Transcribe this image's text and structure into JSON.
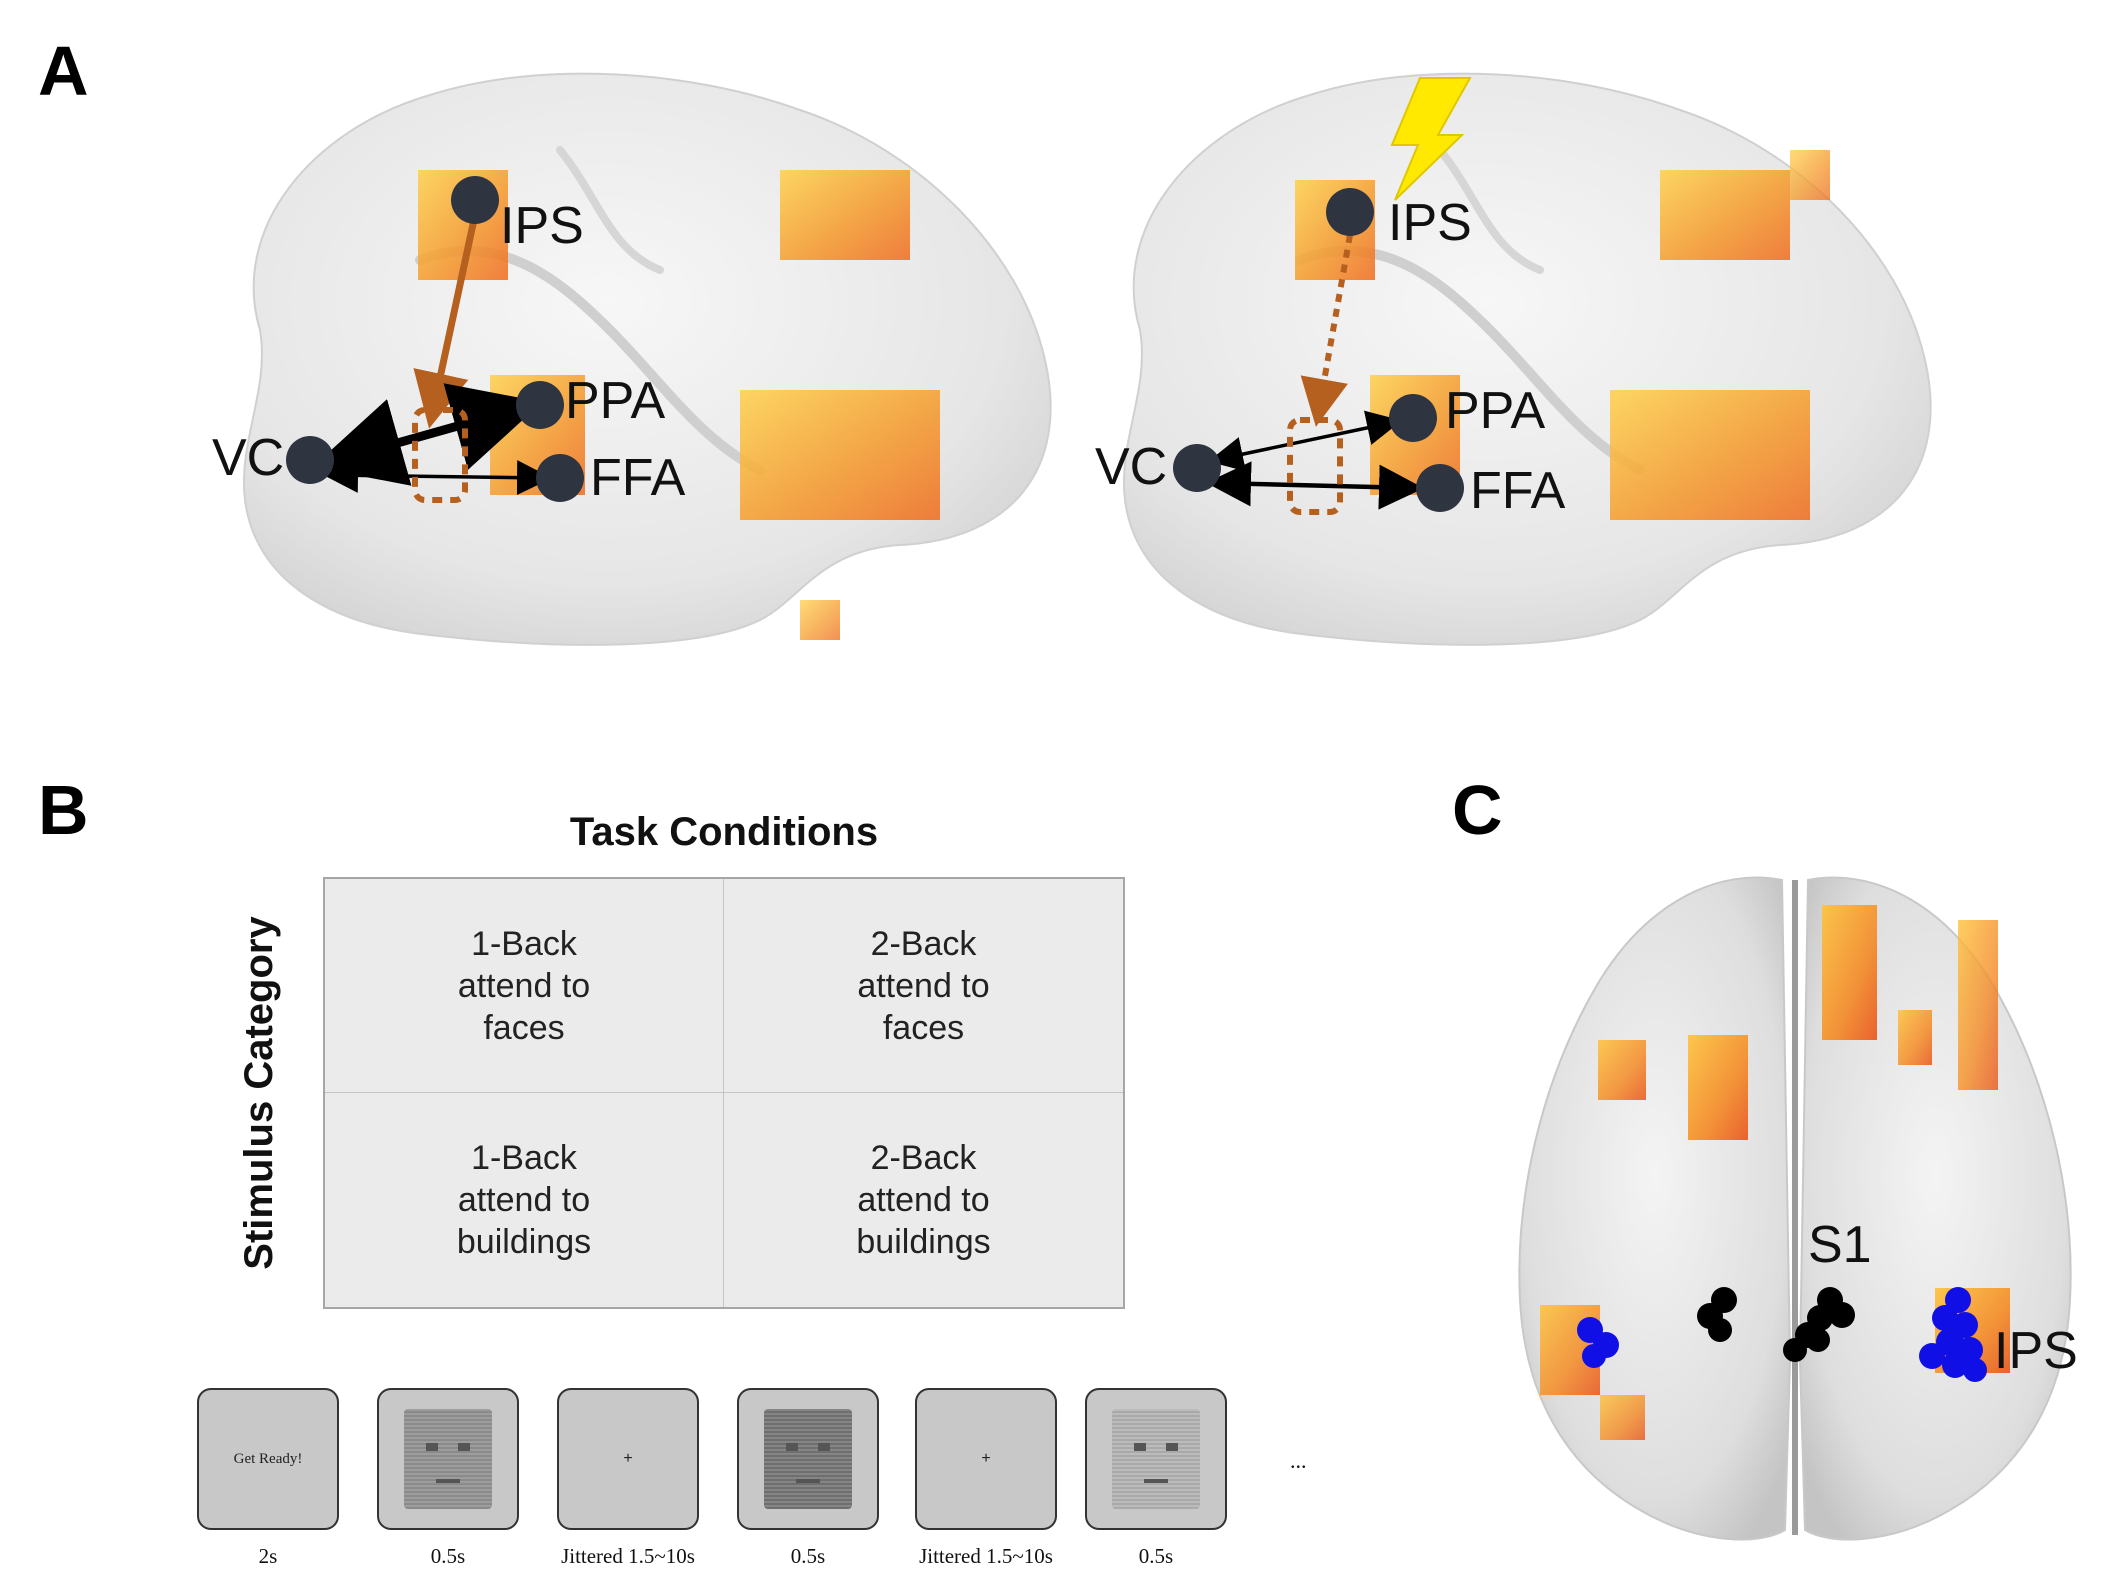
{
  "panels": {
    "a": "A",
    "b": "B",
    "c": "C"
  },
  "panel_a": {
    "left": {
      "ips": "IPS",
      "ppa": "PPA",
      "ffa": "FFA",
      "vc": "VC"
    },
    "right": {
      "ips": "IPS",
      "ppa": "PPA",
      "ffa": "FFA",
      "vc": "VC"
    }
  },
  "panel_b": {
    "task_title": "Task Conditions",
    "stimulus_title": "Stimulus Category",
    "cells": [
      "1-Back\nattend to\nfaces",
      "2-Back\nattend to\nfaces",
      "1-Back\nattend to\nbuildings",
      "2-Back\nattend to\nbuildings"
    ],
    "sequence": {
      "get_ready": "Get Ready!",
      "fixation": "+",
      "ellipsis": "...",
      "timings": [
        "2s",
        "0.5s",
        "Jittered 1.5~10s",
        "0.5s",
        "Jittered 1.5~10s",
        "0.5s"
      ]
    }
  },
  "panel_c": {
    "s1": "S1",
    "ips": "IPS"
  },
  "colors": {
    "node": "#2f3540",
    "modulation": "#b5601f",
    "activation": "#f5a023",
    "lightning": "#ffe900",
    "blue_cluster": "#1010e6",
    "black_cluster": "#000000"
  }
}
